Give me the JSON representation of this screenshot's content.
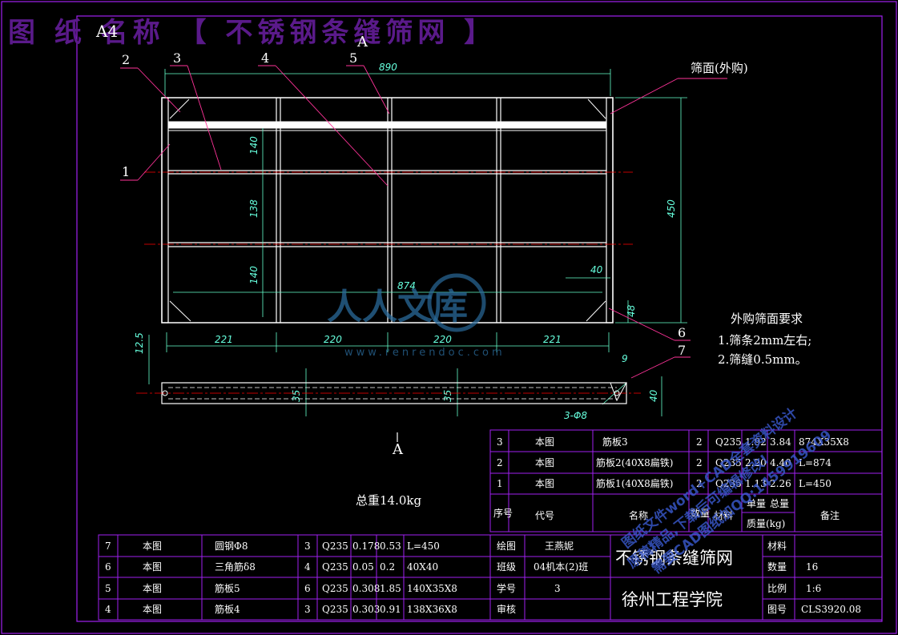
{
  "title_bar": {
    "text": "图 纸 名称 【 不锈钢条缝筛网 】",
    "size_label": "A4"
  },
  "section_marks": {
    "top": "A",
    "bottom": "A"
  },
  "callouts": [
    "1",
    "2",
    "3",
    "4",
    "5",
    "6",
    "7"
  ],
  "screen_label": "筛面(外购)",
  "dimensions": {
    "overall_width": "890",
    "inner_width": "874",
    "height": "450",
    "row1": "140",
    "row2": "138",
    "row3": "140",
    "corner_w": "40",
    "corner_h": "48",
    "spans": [
      "221",
      "220",
      "220",
      "221"
    ],
    "side_thickness": "12.5",
    "bar_35a": "35",
    "bar_35b": "35",
    "hole": "3-Φ8",
    "dim_9": "9",
    "dim_40": "40"
  },
  "requirements": {
    "heading": "外购筛面要求",
    "item1": "1.筛条2mm左右;",
    "item2": "2.筛缝0.5mm。"
  },
  "total_weight": "总重14.0kg",
  "bom_upper": [
    [
      "3",
      "本图",
      "筋板3",
      "2",
      "Q235",
      "1.92",
      "3.84",
      "874X35X8"
    ],
    [
      "2",
      "本图",
      "筋板2(40X8扁铁)",
      "2",
      "Q235",
      "2.20",
      "4.40",
      "L=874"
    ],
    [
      "1",
      "本图",
      "筋板1(40X8扁铁)",
      "2",
      "Q235",
      "1.13",
      "2.26",
      "L=450"
    ]
  ],
  "bom_header": {
    "seq": "序号",
    "code": "代号",
    "name": "名称",
    "qty": "数量",
    "material": "材料",
    "unit_mass": "单量",
    "total_mass": "总量",
    "mass_unit": "质量(kg)",
    "remark": "备注"
  },
  "bom_lower": [
    [
      "7",
      "本图",
      "圆钢Φ8",
      "3",
      "Q235",
      "0.178",
      "0.53",
      "L=450"
    ],
    [
      "6",
      "本图",
      "三角筋δ8",
      "4",
      "Q235",
      "0.05",
      "0.2",
      "40X40"
    ],
    [
      "5",
      "本图",
      "筋板5",
      "6",
      "Q235",
      "0.308",
      "1.85",
      "140X35X8"
    ],
    [
      "4",
      "本图",
      "筋板4",
      "3",
      "Q235",
      "0.303",
      "0.91",
      "138X36X8"
    ]
  ],
  "title_block": {
    "drawer_label": "绘图",
    "drawer": "王燕妮",
    "class_label": "班级",
    "class": "04机本(2)班",
    "id_label": "学号",
    "id": "3",
    "review_label": "审核",
    "drawing_name": "不锈钢条缝筛网",
    "school": "徐州工程学院",
    "material_label": "材料",
    "material": "",
    "count_label": "数量",
    "count": "16",
    "scale_label": "比例",
    "scale": "1:6",
    "number_label": "图号",
    "number": "CLS3920.08"
  },
  "watermark": {
    "brand": "人人文库",
    "url": "www.renrendoc.com",
    "line1": "原稿精品,下载后可编辑修改!",
    "line2": "需要CAD图纸加QQ:1459919609",
    "line3": "图纸文件word+CAD全套资料设计"
  },
  "colors": {
    "frame": "#a020f0",
    "outline": "#ffffff",
    "dimension": "#66ffcc",
    "leader": "#ff3399",
    "centerline": "#ff0000",
    "title": "#5a1a8a"
  }
}
